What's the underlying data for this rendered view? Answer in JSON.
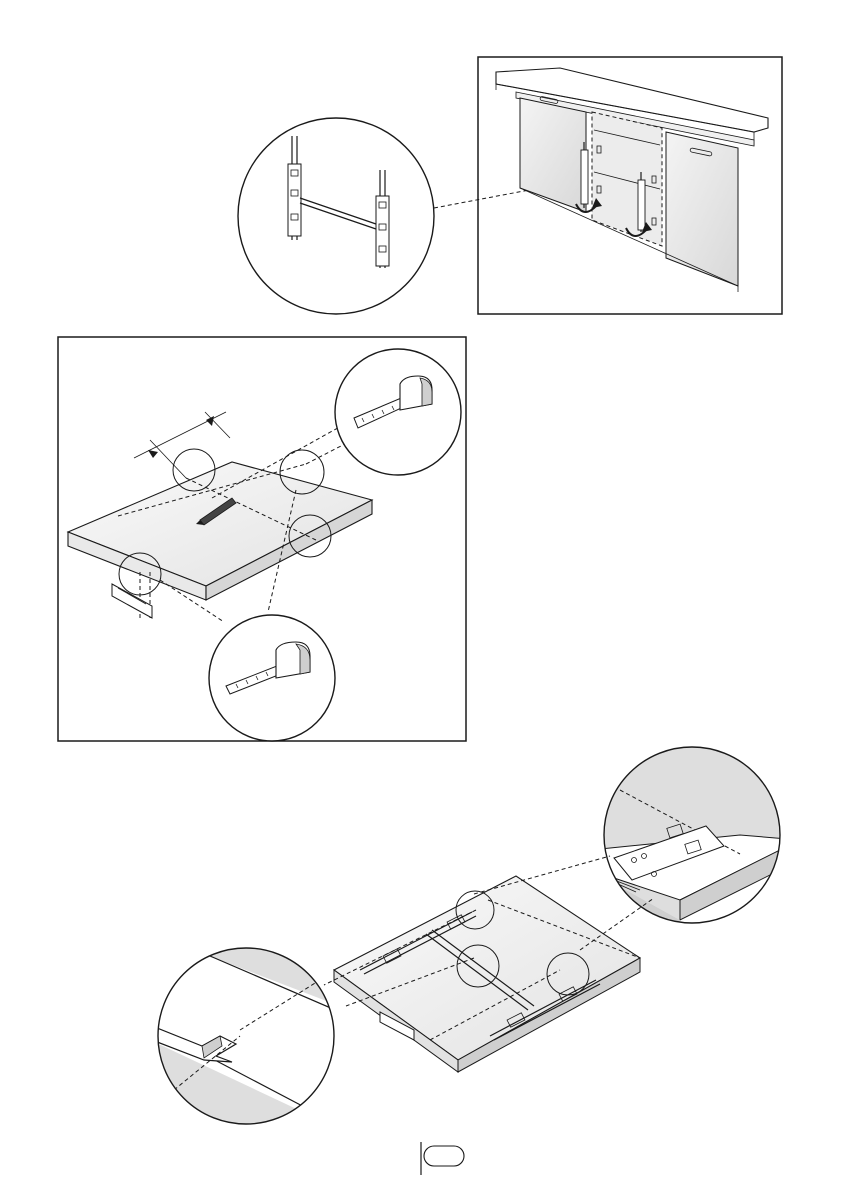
{
  "page": {
    "footer_badge_text": ""
  },
  "figures": [
    {
      "name": "integration-bracket-figure"
    },
    {
      "name": "measuring-template-figure"
    },
    {
      "name": "door-panel-assembly-figure"
    }
  ]
}
